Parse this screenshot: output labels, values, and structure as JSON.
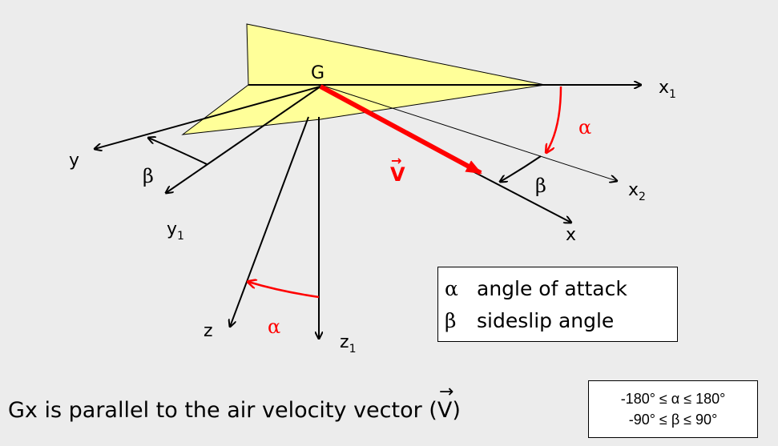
{
  "colors": {
    "wing_fill": "#ffff99",
    "accent_red": "#ff0000",
    "stroke": "#000000"
  },
  "labels": {
    "origin": "G",
    "x1": "x",
    "x1_sub": "1",
    "x2": "x",
    "x2_sub": "2",
    "x": "x",
    "y": "y",
    "y1": "y",
    "y1_sub": "1",
    "z": "z",
    "z1": "z",
    "z1_sub": "1",
    "alpha": "α",
    "beta": "β",
    "velocity": "V",
    "vector_arrow": "→"
  },
  "legend": {
    "rows": [
      {
        "symbol": "α",
        "text": "angle of attack"
      },
      {
        "symbol": "β",
        "text": "sideslip angle"
      }
    ]
  },
  "ranges": {
    "line1": "-180° ≤ α ≤ 180°",
    "line2": "-90° ≤ β ≤ 90°"
  },
  "caption": {
    "text": "Gx is parallel to the air velocity vector (",
    "symbol": "V",
    "arrow": "→",
    "close": ")"
  }
}
